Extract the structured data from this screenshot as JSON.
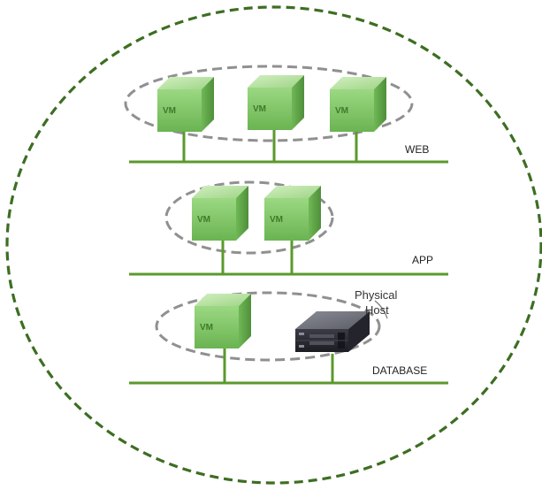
{
  "colors": {
    "network_line": "#5a9a2c",
    "outer_boundary": "#3d6e22",
    "group_ellipse": "#909090",
    "vm_front": "#86c76b",
    "vm_top": "#b3e09c",
    "vm_side": "#5fa048",
    "server_body": "#2f2f38"
  },
  "tiers": [
    {
      "label": "WEB",
      "vm_labels": [
        "VM",
        "VM",
        "VM"
      ]
    },
    {
      "label": "APP",
      "vm_labels": [
        "VM",
        "VM"
      ]
    },
    {
      "label": "DATABASE",
      "vm_labels": [
        "VM"
      ],
      "physical_host_label": [
        "Physical",
        "Host"
      ]
    }
  ]
}
